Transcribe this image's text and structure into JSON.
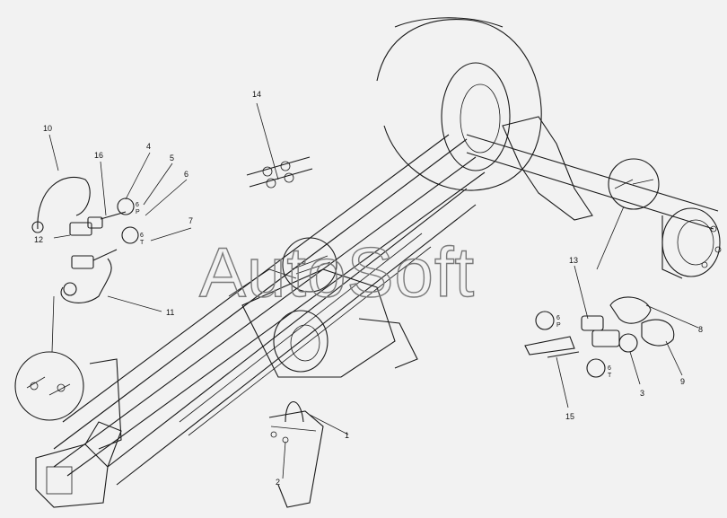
{
  "watermark": "AutoSoft",
  "callouts": {
    "c1": "1",
    "c2": "2",
    "c3": "3",
    "c4": "4",
    "c5": "5",
    "c6": "6",
    "c7": "7",
    "c8": "8",
    "c9": "9",
    "c10": "10",
    "c11": "11",
    "c12": "12",
    "c13": "13",
    "c14": "14",
    "c15": "15",
    "c16": "16"
  },
  "small_marks": {
    "upper_left_a": "6",
    "upper_left_b": "P",
    "mid_left_a": "6",
    "mid_left_b": "T",
    "right_top_a": "6",
    "right_top_b": "P",
    "right_bottom_a": "6",
    "right_bottom_b": "T"
  },
  "colors": {
    "background": "#f2f2f2",
    "ink": "#1a1a1a",
    "watermark": "#7a7a7a"
  }
}
